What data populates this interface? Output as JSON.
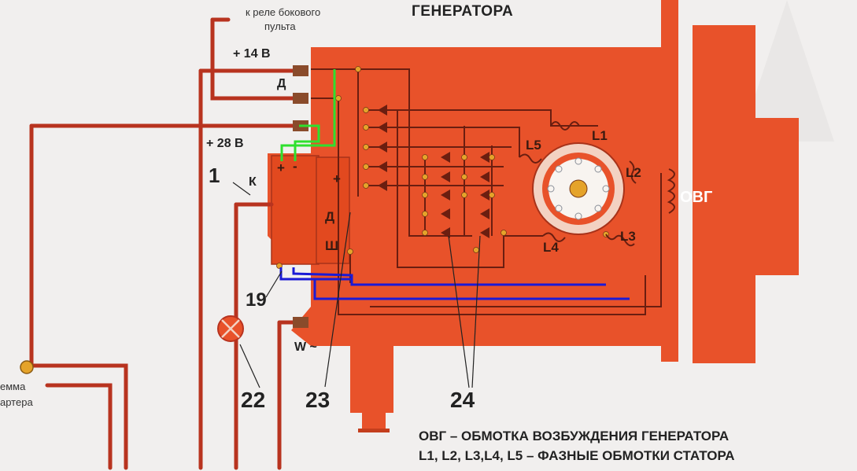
{
  "title": "ГЕНЕРАТОРА",
  "relay_note": [
    "к реле бокового",
    "пульта"
  ],
  "terminals": {
    "plus14": "+ 14 В",
    "d": "Д",
    "plus28": "+ 28 В",
    "w": "W ~"
  },
  "battery_terminal_note": [
    "емма",
    "артера"
  ],
  "wire_labels": {
    "one": "1",
    "k": "К"
  },
  "regulator_labels": {
    "plus": "+",
    "minus": "-",
    "plus2": "+",
    "d": "Д",
    "sh": "Ш"
  },
  "phase_labels": [
    "L1",
    "L2",
    "L3",
    "L4",
    "L5"
  ],
  "field_winding": "ОВГ",
  "callouts": [
    "19",
    "22",
    "23",
    "24"
  ],
  "legend": [
    "ОВГ – ОБМОТКА ВОЗБУЖДЕНИЯ ГЕНЕРАТОРА",
    "L1, L2, L3,L4, L5 – ФАЗНЫЕ ОБМОТКИ СТАТОРА"
  ],
  "colors": {
    "body": "#e8522a",
    "wire": "#b8331f",
    "internal_wire": "#6b1e10",
    "highlight_green": "#2ee02e",
    "highlight_blue": "#1a1ad6",
    "background": "#f1efee"
  }
}
